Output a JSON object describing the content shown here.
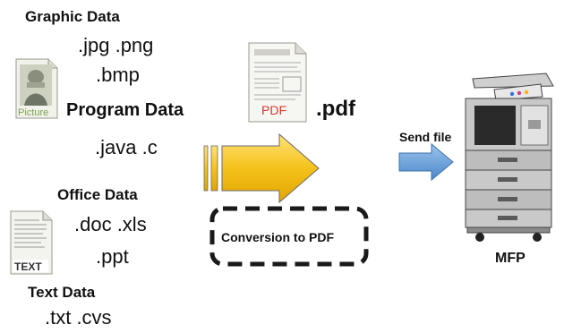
{
  "graphic": {
    "heading": "Graphic Data",
    "ext1": ".jpg .png",
    "ext2": ".bmp"
  },
  "picture_icon": {
    "label": "Picture"
  },
  "program": {
    "heading": "Program Data",
    "ext": ".java .c"
  },
  "office": {
    "heading": "Office Data",
    "ext1": ".doc .xls",
    "ext2": ".ppt"
  },
  "text_icon": {
    "label": "TEXT"
  },
  "textdata": {
    "heading": "Text Data",
    "ext": ".txt .cvs"
  },
  "pdf_icon": {
    "label": "PDF"
  },
  "output": {
    "label": ".pdf"
  },
  "conversion": {
    "label": "Conversion to PDF"
  },
  "send": {
    "label": "Send file"
  },
  "mfp": {
    "label": "MFP"
  },
  "colors": {
    "arrow_yellow": "#f5c21a",
    "arrow_blue": "#5b9bd5",
    "pdf_red": "#d33a2c"
  }
}
